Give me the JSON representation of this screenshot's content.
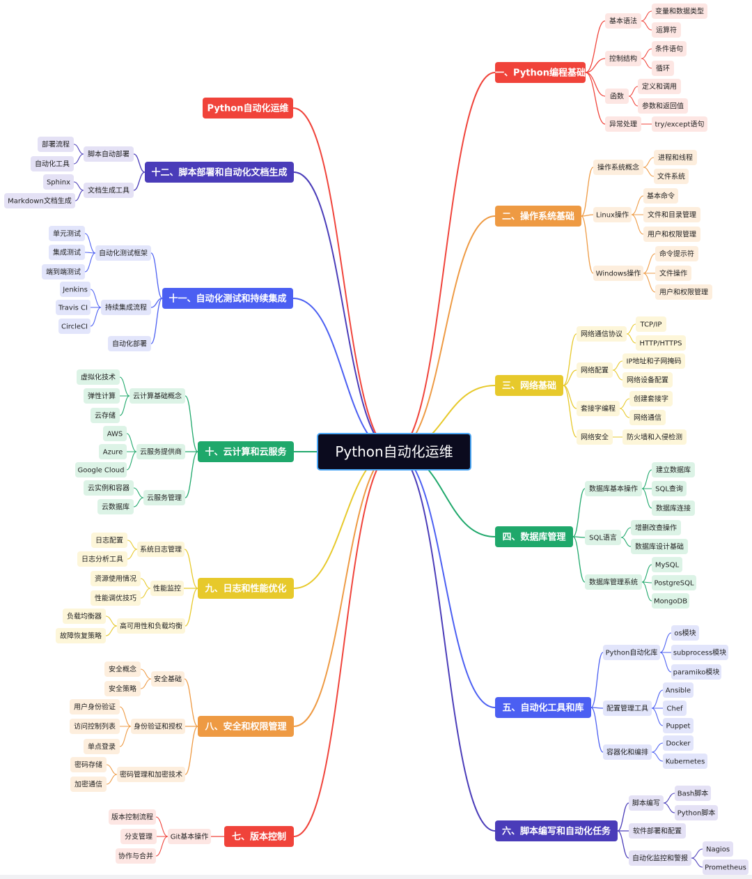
{
  "center": {
    "label": "Python自动化运维"
  },
  "colors": {
    "red": "#f0433a",
    "orange": "#ee9a43",
    "yellow": "#e7c92b",
    "green": "#1fa86b",
    "blue": "#4b5ff2",
    "indigo": "#4a3cb9",
    "center_bg": "#0b0b1e",
    "center_border": "#4aa6f5"
  },
  "branches": [
    {
      "id": "b0",
      "label": "Python自动化运维",
      "color": "red",
      "children": []
    },
    {
      "id": "b1",
      "label": "一、Python编程基础",
      "color": "red",
      "children": [
        {
          "label": "基本语法",
          "children": [
            "变量和数据类型",
            "运算符"
          ]
        },
        {
          "label": "控制结构",
          "children": [
            "条件语句",
            "循环"
          ]
        },
        {
          "label": "函数",
          "children": [
            "定义和调用",
            "参数和返回值"
          ]
        },
        {
          "label": "异常处理",
          "children": [
            "try/except语句"
          ]
        }
      ]
    },
    {
      "id": "b2",
      "label": "二、操作系统基础",
      "color": "orange",
      "children": [
        {
          "label": "操作系统概念",
          "children": [
            "进程和线程",
            "文件系统"
          ]
        },
        {
          "label": "Linux操作",
          "children": [
            "基本命令",
            "文件和目录管理",
            "用户和权限管理"
          ]
        },
        {
          "label": "Windows操作",
          "children": [
            "命令提示符",
            "文件操作",
            "用户和权限管理"
          ]
        }
      ]
    },
    {
      "id": "b3",
      "label": "三、网络基础",
      "color": "yellow",
      "children": [
        {
          "label": "网络通信协议",
          "children": [
            "TCP/IP",
            "HTTP/HTTPS"
          ]
        },
        {
          "label": "网络配置",
          "children": [
            "IP地址和子网掩码",
            "网络设备配置"
          ]
        },
        {
          "label": "套接字编程",
          "children": [
            "创建套接字",
            "网络通信"
          ]
        },
        {
          "label": "网络安全",
          "children": [
            "防火墙和入侵检测"
          ]
        }
      ]
    },
    {
      "id": "b4",
      "label": "四、数据库管理",
      "color": "green",
      "children": [
        {
          "label": "数据库基本操作",
          "children": [
            "建立数据库",
            "SQL查询",
            "数据库连接"
          ]
        },
        {
          "label": "SQL语言",
          "children": [
            "增删改查操作",
            "数据库设计基础"
          ]
        },
        {
          "label": "数据库管理系统",
          "children": [
            "MySQL",
            "PostgreSQL",
            "MongoDB"
          ]
        }
      ]
    },
    {
      "id": "b5",
      "label": "五、自动化工具和库",
      "color": "blue",
      "children": [
        {
          "label": "Python自动化库",
          "children": [
            "os模块",
            "subprocess模块",
            "paramiko模块"
          ]
        },
        {
          "label": "配置管理工具",
          "children": [
            "Ansible",
            "Chef",
            "Puppet"
          ]
        },
        {
          "label": "容器化和编排",
          "children": [
            "Docker",
            "Kubernetes"
          ]
        }
      ]
    },
    {
      "id": "b6",
      "label": "六、脚本编写和自动化任务",
      "color": "indigo",
      "children": [
        {
          "label": "脚本编写",
          "children": [
            "Bash脚本",
            "Python脚本"
          ]
        },
        {
          "label": "软件部署和配置",
          "children": []
        },
        {
          "label": "自动化监控和警报",
          "children": [
            "Nagios",
            "Prometheus"
          ]
        }
      ]
    },
    {
      "id": "b7",
      "label": "七、版本控制",
      "color": "red",
      "children": [
        {
          "label": "Git基本操作",
          "children": [
            "版本控制流程",
            "分支管理",
            "协作与合并"
          ]
        }
      ]
    },
    {
      "id": "b8",
      "label": "八、安全和权限管理",
      "color": "orange",
      "children": [
        {
          "label": "安全基础",
          "children": [
            "安全概念",
            "安全策略"
          ]
        },
        {
          "label": "身份验证和授权",
          "children": [
            "用户身份验证",
            "访问控制列表",
            "单点登录"
          ]
        },
        {
          "label": "密码管理和加密技术",
          "children": [
            "密码存储",
            "加密通信"
          ]
        }
      ]
    },
    {
      "id": "b9",
      "label": "九、日志和性能优化",
      "color": "yellow",
      "children": [
        {
          "label": "系统日志管理",
          "children": [
            "日志配置",
            "日志分析工具"
          ]
        },
        {
          "label": "性能监控",
          "children": [
            "资源使用情况",
            "性能调优技巧"
          ]
        },
        {
          "label": "高可用性和负载均衡",
          "children": [
            "负载均衡器",
            "故障恢复策略"
          ]
        }
      ]
    },
    {
      "id": "b10",
      "label": "十、云计算和云服务",
      "color": "green",
      "children": [
        {
          "label": "云计算基础概念",
          "children": [
            "虚拟化技术",
            "弹性计算",
            "云存储"
          ]
        },
        {
          "label": "云服务提供商",
          "children": [
            "AWS",
            "Azure",
            "Google Cloud"
          ]
        },
        {
          "label": "云服务管理",
          "children": [
            "云实例和容器",
            "云数据库"
          ]
        }
      ]
    },
    {
      "id": "b11",
      "label": "十一、自动化测试和持续集成",
      "color": "blue",
      "children": [
        {
          "label": "自动化测试框架",
          "children": [
            "单元测试",
            "集成测试",
            "端到端测试"
          ]
        },
        {
          "label": "持续集成流程",
          "children": [
            "Jenkins",
            "Travis CI",
            "CircleCI"
          ]
        },
        {
          "label": "自动化部署",
          "children": []
        }
      ]
    },
    {
      "id": "b12",
      "label": "十二、脚本部署和自动化文档生成",
      "color": "indigo",
      "children": [
        {
          "label": "脚本自动部署",
          "children": [
            "部署流程",
            "自动化工具"
          ]
        },
        {
          "label": "文档生成工具",
          "children": [
            "Sphinx",
            "Markdown文档生成"
          ]
        }
      ]
    }
  ]
}
